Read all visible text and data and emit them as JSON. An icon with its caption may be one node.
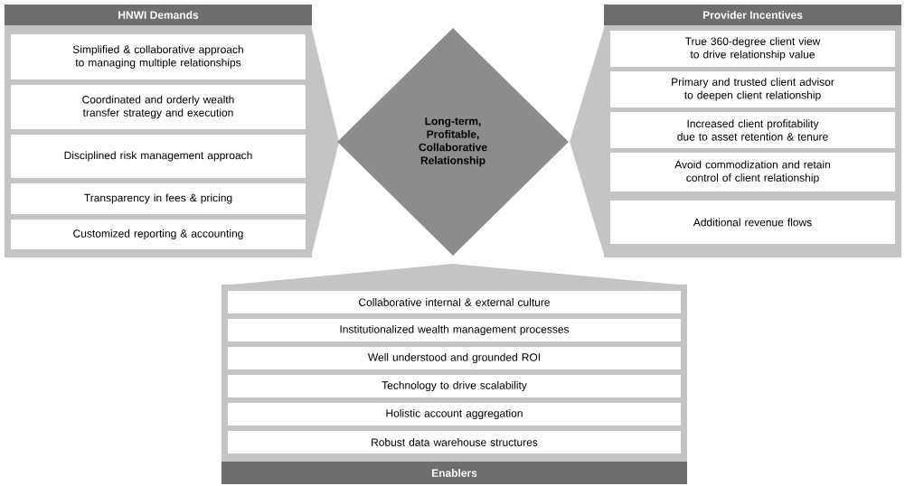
{
  "diagram": {
    "nodes": [
      {
        "text": [
          "HNWI Demands"
        ]
      },
      {
        "text": [
          "Simplified & collaborative approach to managing multiple relationships"
        ],
        "in": 0
      },
      {
        "text": [
          "Coordinated and orderly wealth transfer strategy and execution"
        ],
        "in": 0
      },
      {
        "text": [
          "Disciplined risk management approach"
        ],
        "in": 0
      },
      {
        "text": [
          "Transparency in fees & pricing"
        ],
        "in": 0
      },
      {
        "text": [
          "Customized reporting & accounting"
        ],
        "in": 0
      },
      {
        "text": [
          "Long-term, Profitable, Collaborative Relationship"
        ]
      },
      {
        "text": [
          "Provider Incentives"
        ]
      },
      {
        "text": [
          "True 360-degree client view to drive relationship value"
        ],
        "in": 7
      },
      {
        "text": [
          "Primary and trusted client advisor to deepen client relationship"
        ],
        "in": 7
      },
      {
        "text": [
          "Increased client profitability due to asset retention & tenure"
        ],
        "in": 7
      },
      {
        "text": [
          "Avoid commodization and retain control of client relationship"
        ],
        "in": 7
      },
      {
        "text": [
          "Additional revenue flows"
        ],
        "in": 7
      },
      {
        "text": [
          "Enablers"
        ]
      },
      {
        "text": [
          "Collaborative internal & external culture"
        ],
        "in": 13
      },
      {
        "text": [
          "Institutionalized wealth management processes"
        ],
        "in": 13
      },
      {
        "text": [
          "Well understood and grounded ROI"
        ],
        "in": 13
      },
      {
        "text": [
          "Technology to drive scalability"
        ],
        "in": 13
      },
      {
        "text": [
          "Holistic account aggregation"
        ],
        "in": 13
      },
      {
        "text": [
          "Robust data warehouse structures"
        ],
        "in": 13
      }
    ]
  }
}
